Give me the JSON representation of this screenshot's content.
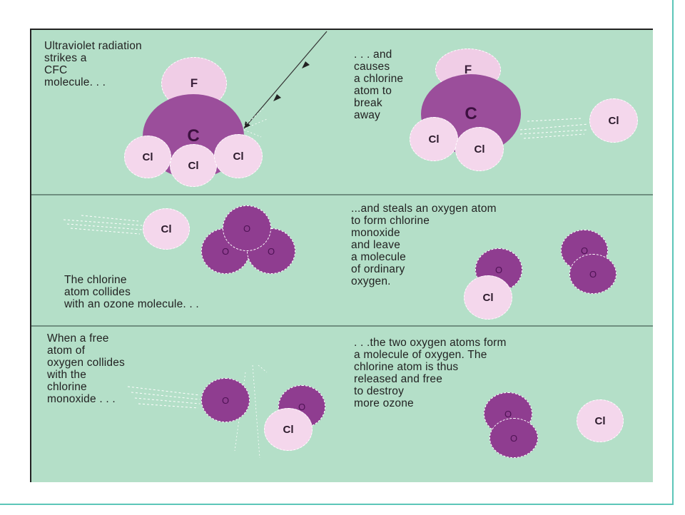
{
  "panels": {
    "p1_left": "Ultraviolet radiation\nstrikes a\nCFC\nmolecule. . .",
    "p1_right": ". . . and\ncauses\na chlorine\natom to\nbreak\naway",
    "p2_left": "The chlorine\natom collides\nwith an ozone molecule. . .",
    "p2_right": "...and steals an oxygen atom\nto form chlorine\nmonoxide\nand leave\na molecule\nof ordinary\noxygen.",
    "p3_left": "When a free\natom of\noxygen collides\nwith the\nchlorine\nmonoxide . . .",
    "p3_right": ". . .the two oxygen atoms form\na molecule of oxygen.  The\nchlorine atom is thus\nreleased and free\nto destroy\nmore ozone"
  },
  "atoms": {
    "F": "F",
    "C": "C",
    "Cl": "Cl",
    "O": "O"
  },
  "colors": {
    "background": "#b4dfc8",
    "carbon": "#9b4e9b",
    "fluorine": "#f0cde6",
    "chlorine": "#f4d7ec",
    "oxygen": "#8f3d90",
    "frame_accent": "#5cc6b8"
  }
}
